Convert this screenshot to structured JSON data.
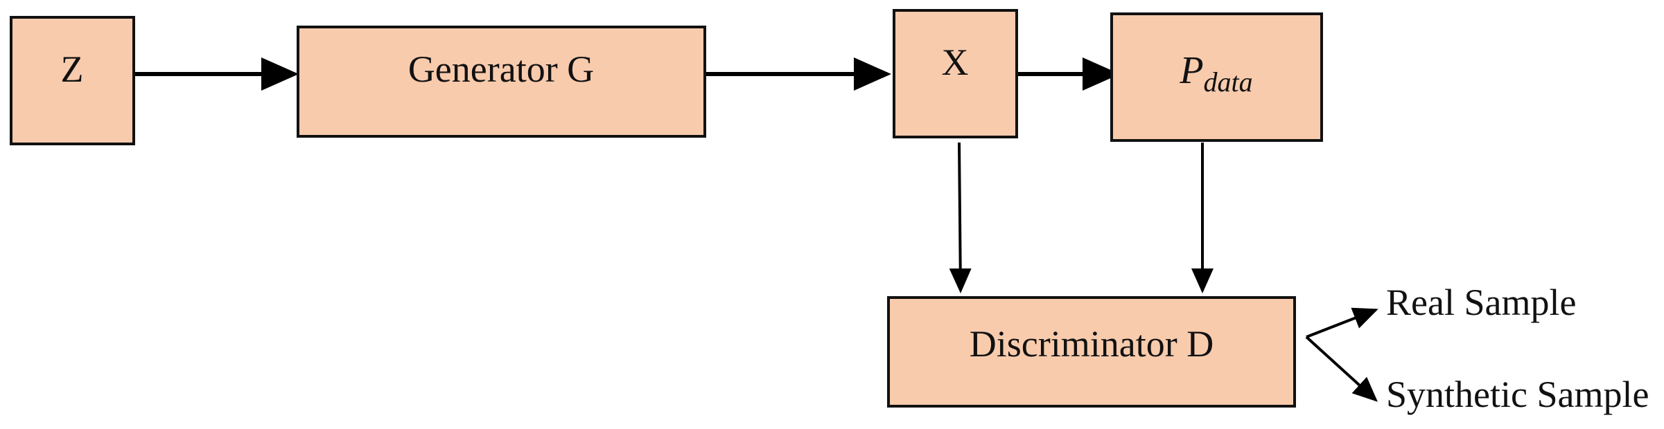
{
  "nodes": {
    "z": {
      "label": "Z"
    },
    "generator": {
      "label": "Generator G"
    },
    "x": {
      "label": "X"
    },
    "pdata": {
      "label_main": "P",
      "label_sub": "data"
    },
    "discriminator": {
      "label": "Discriminator D"
    }
  },
  "outputs": {
    "real": {
      "label": "Real Sample"
    },
    "synthetic": {
      "label": "Synthetic Sample"
    }
  },
  "edges": [
    {
      "from": "z",
      "to": "generator"
    },
    {
      "from": "generator",
      "to": "x"
    },
    {
      "from": "x",
      "to": "pdata"
    },
    {
      "from": "x",
      "to": "discriminator"
    },
    {
      "from": "pdata",
      "to": "discriminator"
    },
    {
      "from": "discriminator",
      "to": "real"
    },
    {
      "from": "discriminator",
      "to": "synthetic"
    }
  ],
  "colors": {
    "node_fill": "#f8cbad",
    "node_stroke": "#111111",
    "edge": "#000000"
  }
}
